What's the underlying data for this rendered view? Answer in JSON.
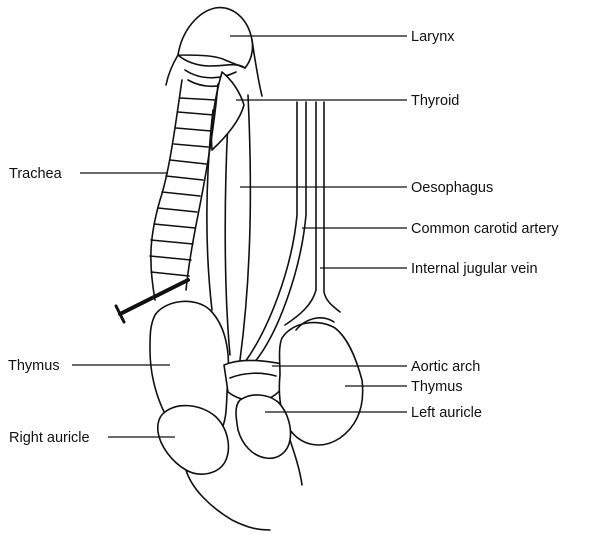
{
  "diagram": {
    "labels": {
      "larynx": "Larynx",
      "thyroid": "Thyroid",
      "trachea": "Trachea",
      "oesophagus": "Oesophagus",
      "common_carotid_artery": "Common carotid artery",
      "internal_jugular_vein": "Internal jugular vein",
      "thymus_left": "Thymus",
      "aortic_arch": "Aortic arch",
      "thymus_right": "Thymus",
      "left_auricle": "Left auricle",
      "right_auricle": "Right auricle"
    }
  }
}
